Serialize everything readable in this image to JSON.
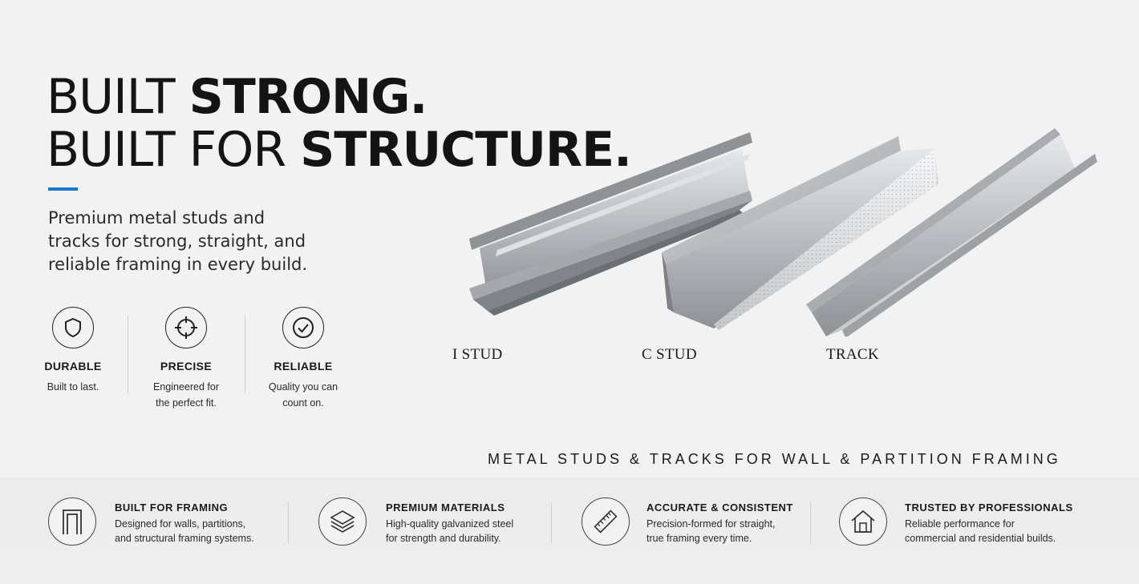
{
  "headline": {
    "line1_normal": "BUILT ",
    "line1_bold": "STRONG.",
    "line2_normal": "BUILT FOR ",
    "line2_bold": "STRUCTURE."
  },
  "accent_color": "#1a73d9",
  "intro": "Premium metal studs and tracks for strong, straight, and reliable framing in every build.",
  "features": [
    {
      "icon": "shield-icon",
      "title": "DURABLE",
      "desc_line1": "Built to last.",
      "desc_line2": ""
    },
    {
      "icon": "crosshair-icon",
      "title": "PRECISE",
      "desc_line1": "Engineered for",
      "desc_line2": "the perfect fit."
    },
    {
      "icon": "check-circle-icon",
      "title": "RELIABLE",
      "desc_line1": "Quality you can",
      "desc_line2": "count on."
    }
  ],
  "products": [
    {
      "label": "I STUD"
    },
    {
      "label": "C STUD"
    },
    {
      "label": "TRACK"
    }
  ],
  "subheading": "METAL STUDS & TRACKS FOR WALL & PARTITION FRAMING",
  "benefits": [
    {
      "icon": "frame-icon",
      "title": "BUILT FOR FRAMING",
      "line1": "Designed for walls, partitions,",
      "line2": "and structural framing systems."
    },
    {
      "icon": "layers-icon",
      "title": "PREMIUM MATERIALS",
      "line1": "High-quality galvanized steel",
      "line2": "for strength and durability."
    },
    {
      "icon": "ruler-icon",
      "title": "ACCURATE & CONSISTENT",
      "line1": "Precision-formed for straight,",
      "line2": "true framing every time."
    },
    {
      "icon": "house-icon",
      "title": "TRUSTED BY PROFESSIONALS",
      "line1": "Reliable performance for",
      "line2": "commercial and residential builds."
    }
  ]
}
